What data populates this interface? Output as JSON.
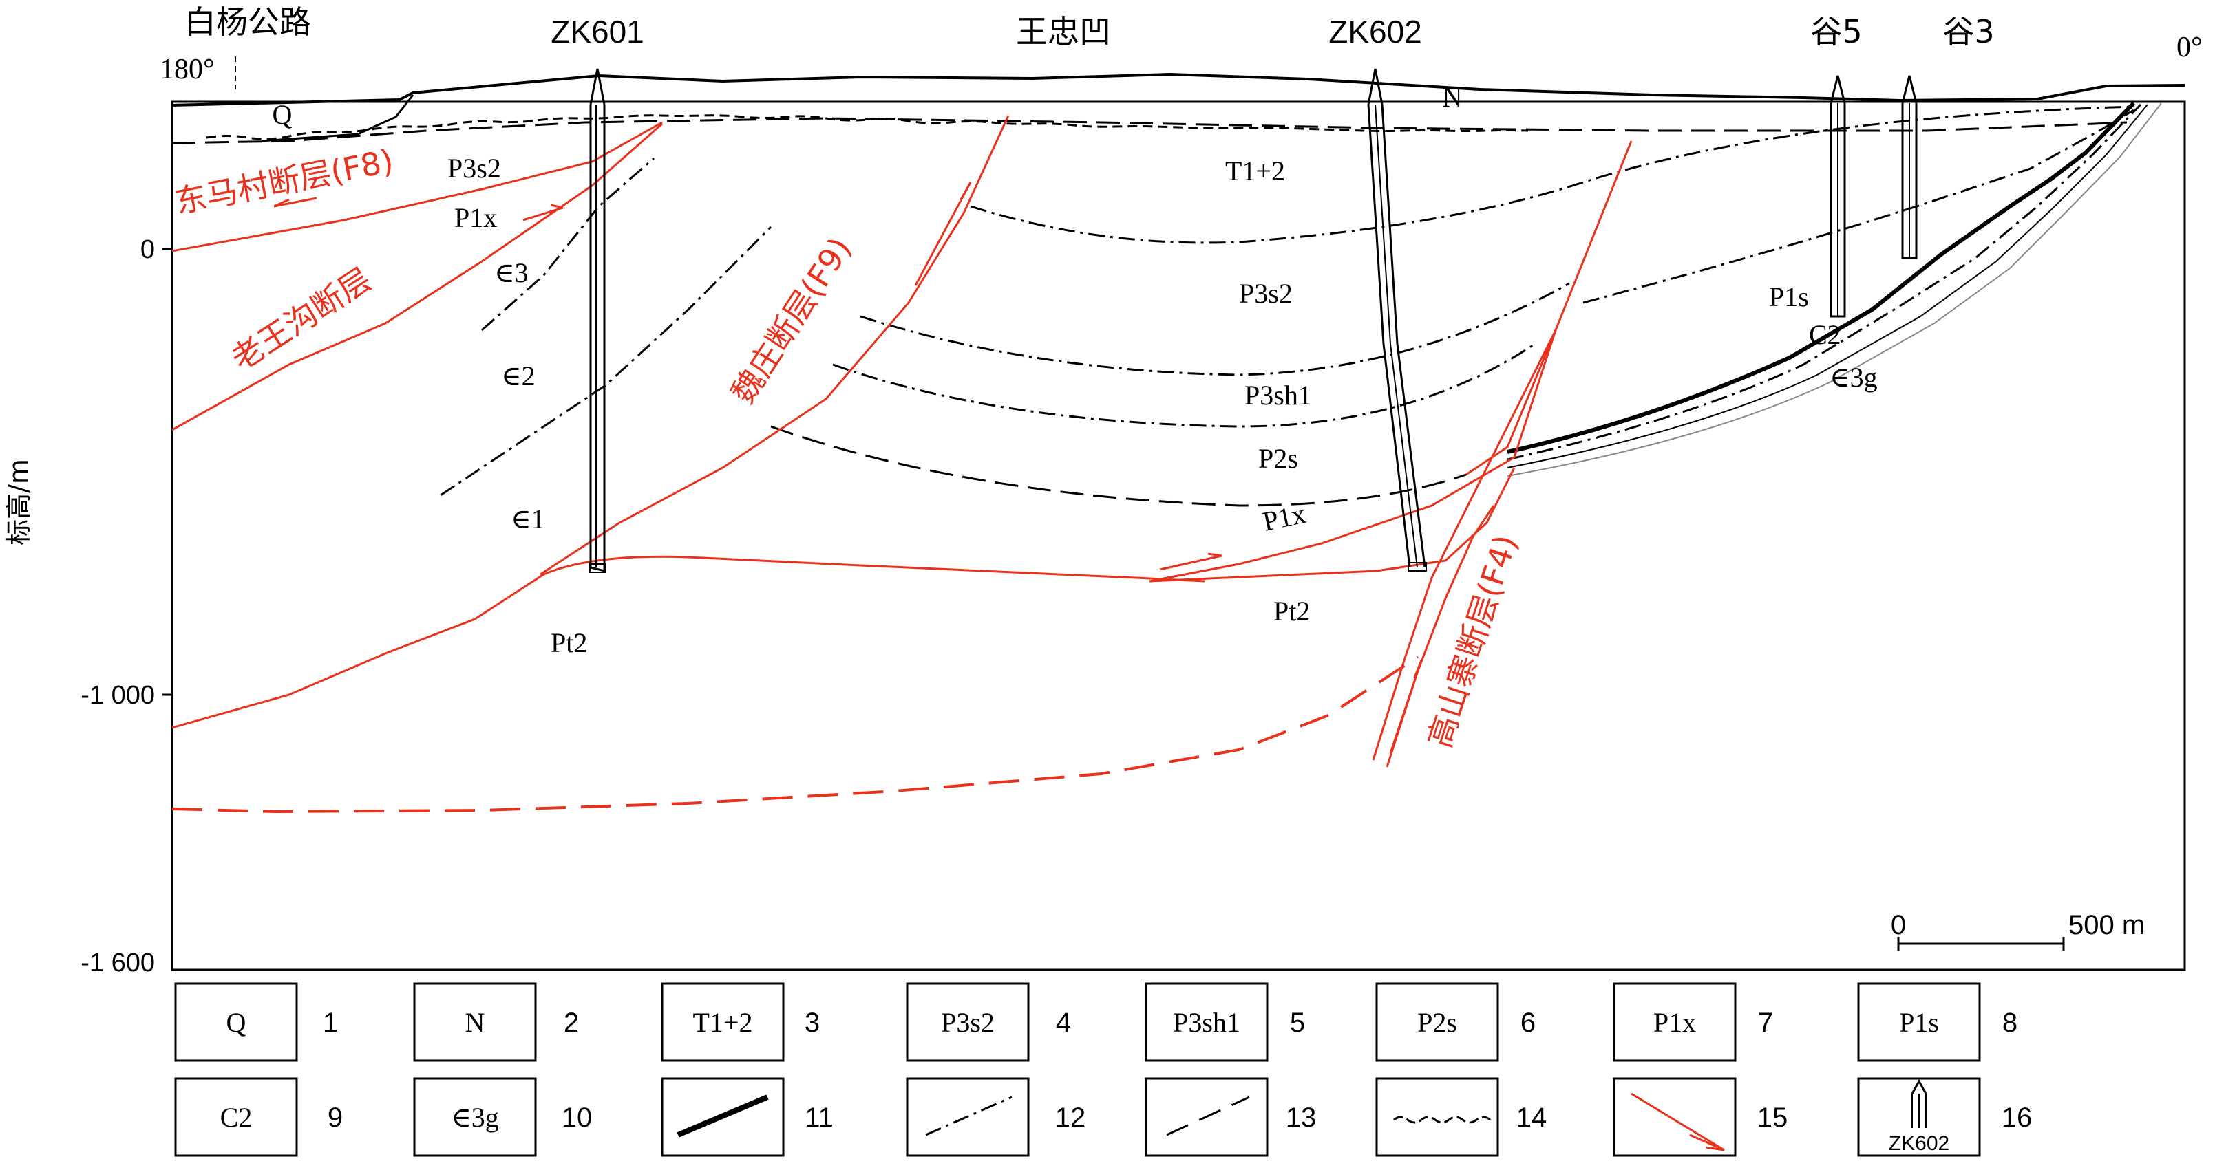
{
  "axis": {
    "title": "标高/m",
    "ticks": [
      "0",
      "-1 000",
      "-1 600"
    ]
  },
  "top_labels": {
    "baiyang_road": "白杨公路",
    "angle_left": "180°",
    "angle_right": "0°",
    "wangzhongao": "王忠凹",
    "zk601": "ZK601",
    "zk602": "ZK602",
    "gu5": "谷5",
    "gu3": "谷3",
    "n": "N",
    "q": "Q"
  },
  "faults": {
    "f8": "东马村断层(F8)",
    "laowanggou": "老王沟断层",
    "f9": "魏庄断层(F9)",
    "f4": "高山寨断层(F4)"
  },
  "strata_labels": {
    "p3s2_left": "P3s2",
    "p1x_left": "P1x",
    "e3": "∈3",
    "e2": "∈2",
    "e1": "∈1",
    "pt2_left": "Pt2",
    "t12": "T1+2",
    "p3s2": "P3s2",
    "p3sh1": "P3sh1",
    "p2s": "P2s",
    "p1x": "P1x",
    "pt2_right": "Pt2",
    "p1s": "P1s",
    "c2": "C2",
    "e3g": "∈3g"
  },
  "scale_bar": {
    "start": "0",
    "end": "500 m"
  },
  "legend": [
    {
      "num": "1",
      "text": "Q"
    },
    {
      "num": "2",
      "text": "N"
    },
    {
      "num": "3",
      "text": "T1+2"
    },
    {
      "num": "4",
      "text": "P3s2"
    },
    {
      "num": "5",
      "text": "P3sh1"
    },
    {
      "num": "6",
      "text": "P2s"
    },
    {
      "num": "7",
      "text": "P1x"
    },
    {
      "num": "8",
      "text": "P1s"
    },
    {
      "num": "9",
      "text": "C2"
    },
    {
      "num": "10",
      "text": "∈3g"
    },
    {
      "num": "11",
      "text": ""
    },
    {
      "num": "12",
      "text": ""
    },
    {
      "num": "13",
      "text": ""
    },
    {
      "num": "14",
      "text": ""
    },
    {
      "num": "15",
      "text": ""
    },
    {
      "num": "16",
      "text": "ZK602"
    }
  ],
  "colors": {
    "fault": "#e8321e",
    "line": "#000000"
  }
}
